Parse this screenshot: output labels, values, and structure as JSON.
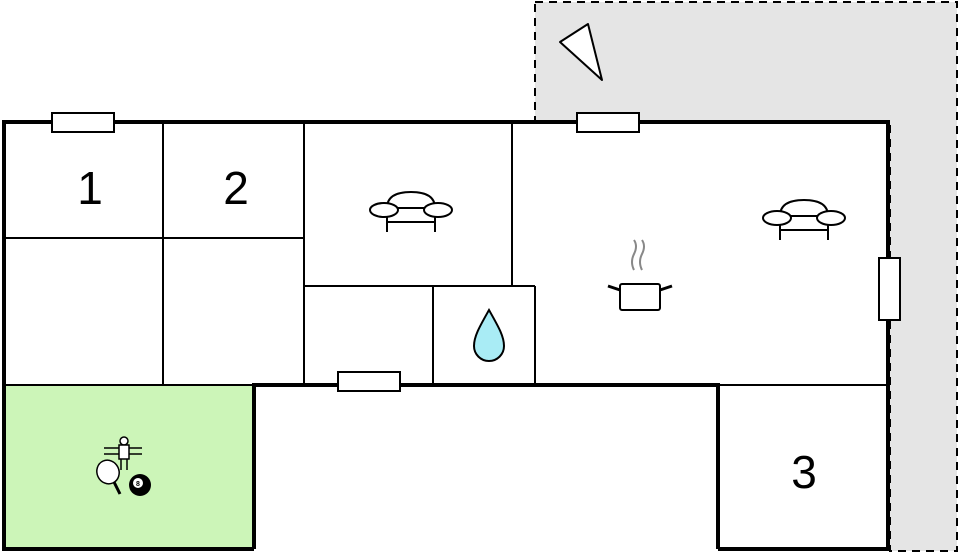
{
  "rooms": {
    "bedroom_1": {
      "label": "1"
    },
    "bedroom_2": {
      "label": "2"
    },
    "bedroom_3": {
      "label": "3"
    }
  },
  "icons": {
    "north": "north-arrow-icon",
    "sofa": "sofa-icon",
    "kitchen": "cooking-pot-icon",
    "bathroom": "water-drop-icon",
    "games": "games-icon"
  },
  "colors": {
    "walls": "#000000",
    "terrace": "#e5e5e5",
    "games_room": "#ccf5b8",
    "water": "#a9ecf5"
  }
}
